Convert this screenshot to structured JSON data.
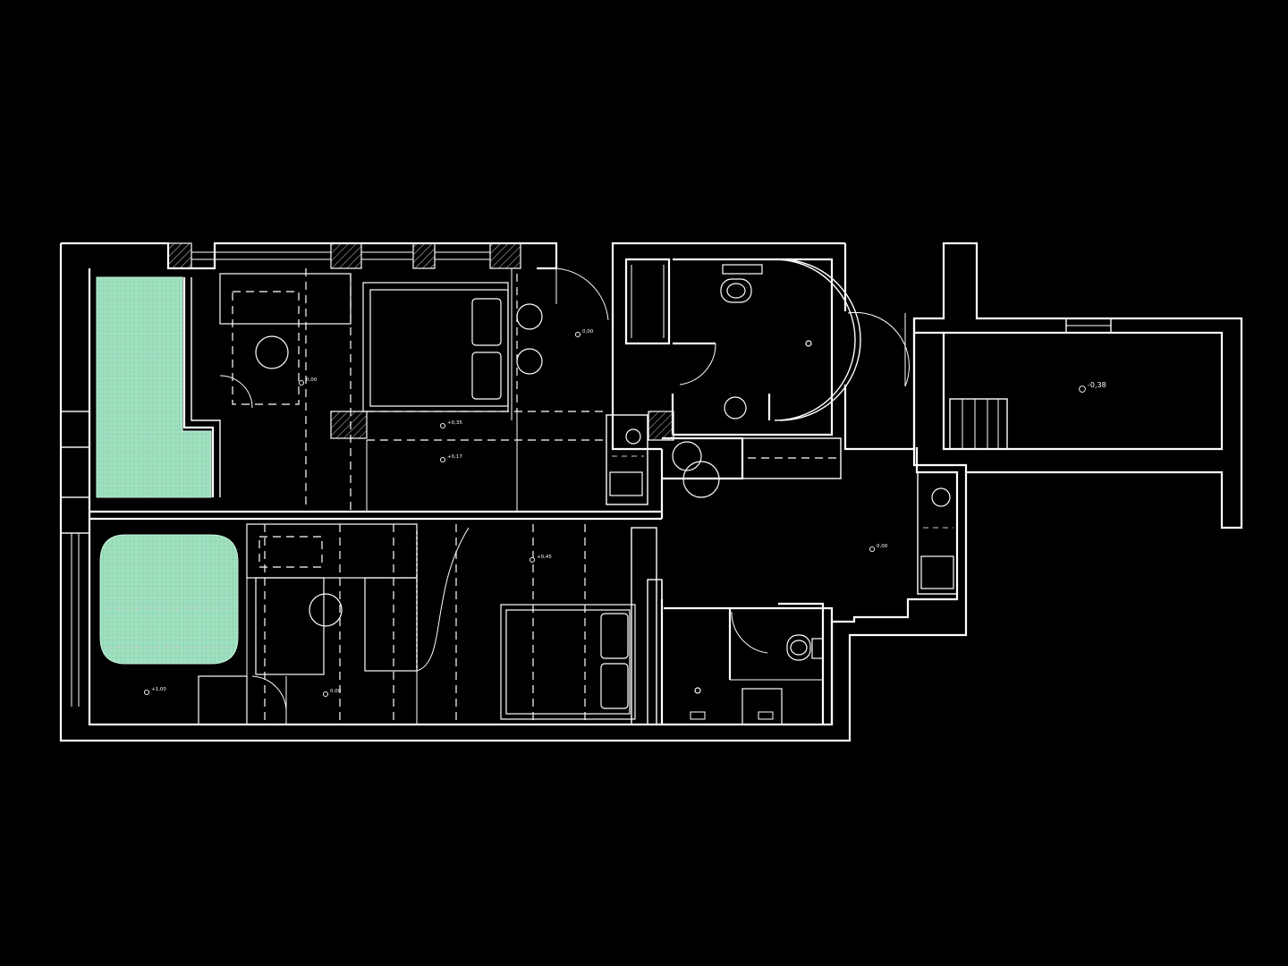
{
  "drawing": {
    "background": "#000000",
    "line_color": "#ffffff",
    "fill_color": "#a8e6c6"
  },
  "level_marks": [
    {
      "id": "level-bedroom-top",
      "label": "0,00"
    },
    {
      "id": "level-corridor-top",
      "label": "0,00"
    },
    {
      "id": "level-platform-035",
      "label": "+0,35"
    },
    {
      "id": "level-platform-017",
      "label": "+0,17"
    },
    {
      "id": "level-annex",
      "label": "-0,38"
    },
    {
      "id": "level-hall",
      "label": "0,00"
    },
    {
      "id": "level-platform-045",
      "label": "+0,45"
    },
    {
      "id": "level-bath-100",
      "label": "+1,00"
    },
    {
      "id": "level-bedroom-bottom",
      "label": "0,00"
    }
  ]
}
